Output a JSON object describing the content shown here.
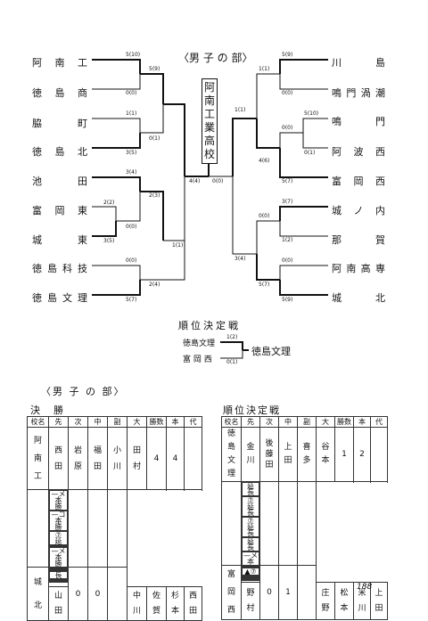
{
  "bracket": {
    "title": "〈男 子 の 部〉",
    "champion": [
      "阿",
      "南",
      "工",
      "業",
      "高",
      "校"
    ],
    "left_teams": [
      "阿 南 工",
      "徳 島 商",
      "脇　　町",
      "徳 島 北",
      "池　　田",
      "富 岡 東",
      "城　　東",
      "徳島科技",
      "徳島文理"
    ],
    "right_teams": [
      "川　　島",
      "鳴門渦潮",
      "鳴　　門",
      "阿 波 西",
      "富 岡 西",
      "城 ノ 内",
      "那　　賀",
      "阿南高専",
      "城　　北"
    ],
    "scores": [
      "5(10)",
      "0(0)",
      "5(9)",
      "1(1)",
      "0(1)",
      "3(5)",
      "2(2)",
      "3(4)",
      "2(3)",
      "0(0)",
      "3(5)",
      "1(1)",
      "0(0)",
      "2(4)",
      "5(7)",
      "4(4)",
      "0(0)",
      "5(9)",
      "0(0)",
      "1(1)",
      "5(10)",
      "0(0)",
      "0(1)",
      "1(1)",
      "4(6)",
      "5(7)",
      "3(7)",
      "0(0)",
      "1(2)",
      "3(4)",
      "0(0)",
      "5(7)",
      "5(9)"
    ]
  },
  "playoff": {
    "title": "順位決定戦",
    "team1": "徳島文理",
    "team2": "富 岡 西",
    "score1": "1(2)",
    "score2": "0(1)",
    "winner": "徳島文理"
  },
  "results": {
    "section_title": "〈男 子 の 部〉",
    "final": {
      "title": "決　勝",
      "headers": [
        "校名",
        "先",
        "次",
        "中",
        "副",
        "大",
        "勝数",
        "本",
        "代"
      ],
      "team1": {
        "name": [
          "阿",
          "南",
          "工"
        ],
        "players": [
          "西\n田",
          "岩\n原",
          "福\n田",
          "小\n川",
          "田\n村"
        ],
        "marks": [
          "—メ\n本\n勝",
          "—コ\n本\n勝",
          "⑦\n延",
          "",
          "—メ\n本\n勝"
        ],
        "wins": "4",
        "points": "4",
        "rep": ""
      },
      "team2": {
        "name": [
          "城",
          "北"
        ],
        "marks": [
          "",
          "",
          "長",
          "",
          ""
        ],
        "players": [
          "山\n田",
          "中\n川",
          "佐\n賀",
          "杉\n本",
          "西\n田"
        ],
        "wins": "0",
        "points": "0",
        "rep": ""
      }
    },
    "playoff": {
      "title": "順位決定戦",
      "headers": [
        "校名",
        "先",
        "次",
        "中",
        "副",
        "大",
        "勝数",
        "本",
        "代"
      ],
      "team1": {
        "name": [
          "徳",
          "島",
          "文",
          "理"
        ],
        "players": [
          "金\n川",
          "後\n藤\n田",
          "上\n田",
          "喜\n多",
          "谷\n本"
        ],
        "marks": [
          "延\n長",
          "⑦\n延\n長",
          "⑦\n延\n長",
          "延\n長",
          "—メ\n本"
        ],
        "wins": "1",
        "points": "2",
        "rep": ""
      },
      "team2": {
        "name": [
          "富",
          "岡",
          "西"
        ],
        "marks": [
          "",
          "▲⑦",
          "",
          "",
          ""
        ],
        "players": [
          "野\n村",
          "庄\n野",
          "松\n本",
          "米\n川",
          "上\n田"
        ],
        "wins": "0",
        "points": "1",
        "rep": ""
      }
    }
  },
  "page_number": "188"
}
